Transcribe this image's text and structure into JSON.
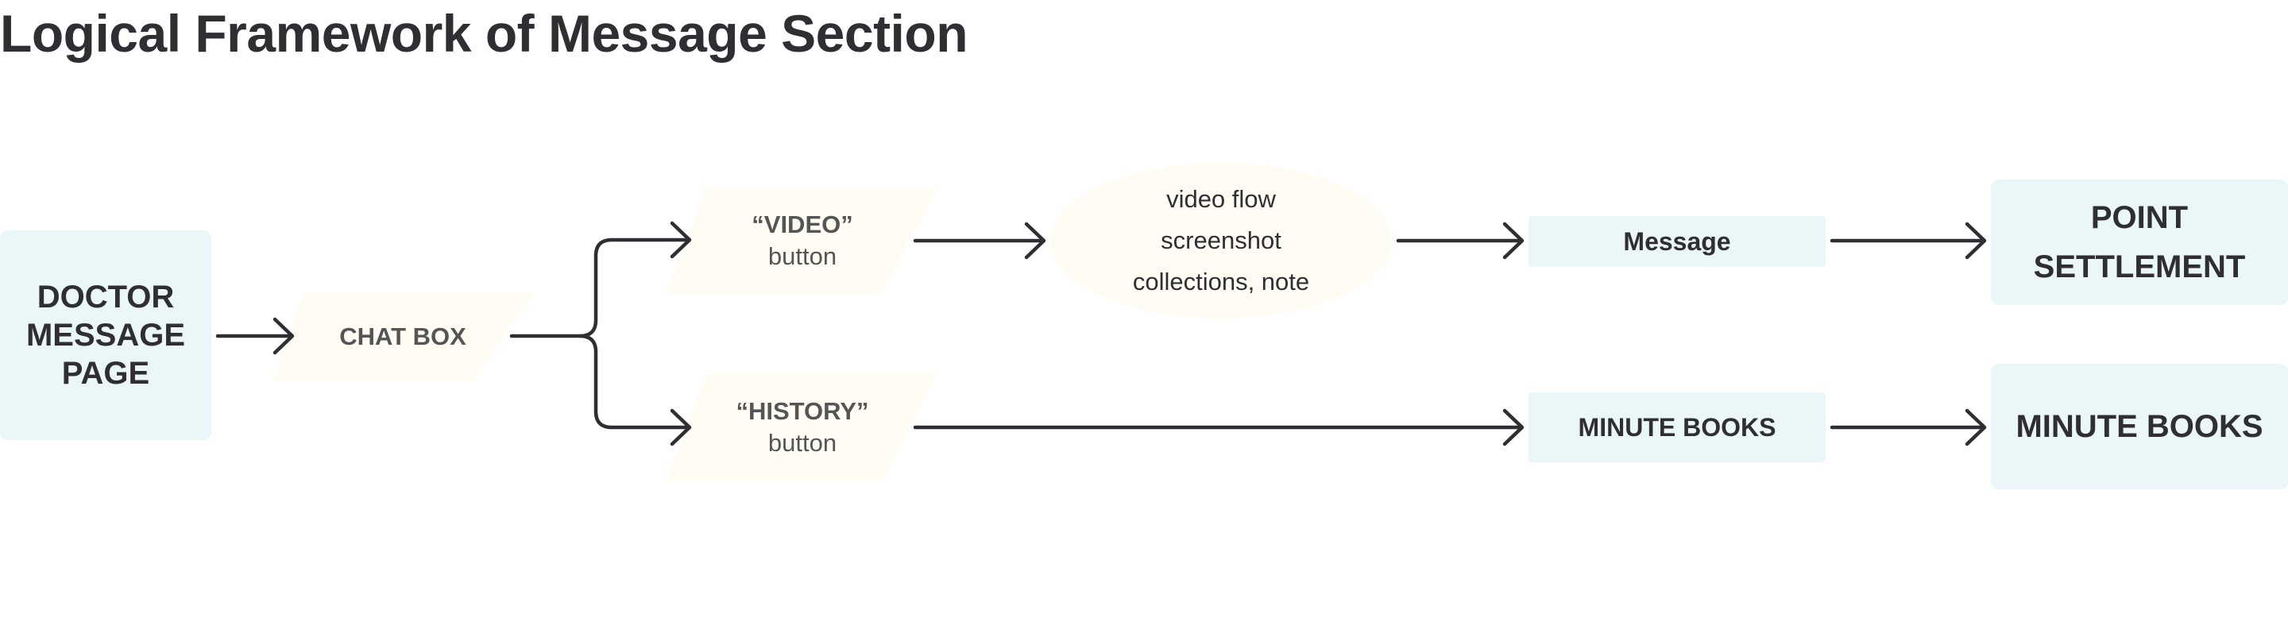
{
  "title": "Logical Framework of Message Section",
  "colors": {
    "blue_box": "#eaf6f8",
    "cream_shape": "#fffdf3",
    "line": "#2f2f33",
    "text_dark": "#2f2f33",
    "text_muted": "#555555"
  },
  "nodes": {
    "doctor_page": [
      "DOCTOR",
      "MESSAGE",
      "PAGE"
    ],
    "chat_box": "CHAT BOX",
    "video_button": {
      "name": "“VIDEO”",
      "sub": "button"
    },
    "history_button": {
      "name": "“HISTORY”",
      "sub": "button"
    },
    "video_outputs": [
      "video flow",
      "screenshot",
      "collections, note"
    ],
    "message": "Message",
    "minute_books_small": "MINUTE BOOKS",
    "point_settlement": [
      "POINT",
      "SETTLEMENT"
    ],
    "minute_books_large": "MINUTE BOOKS"
  }
}
